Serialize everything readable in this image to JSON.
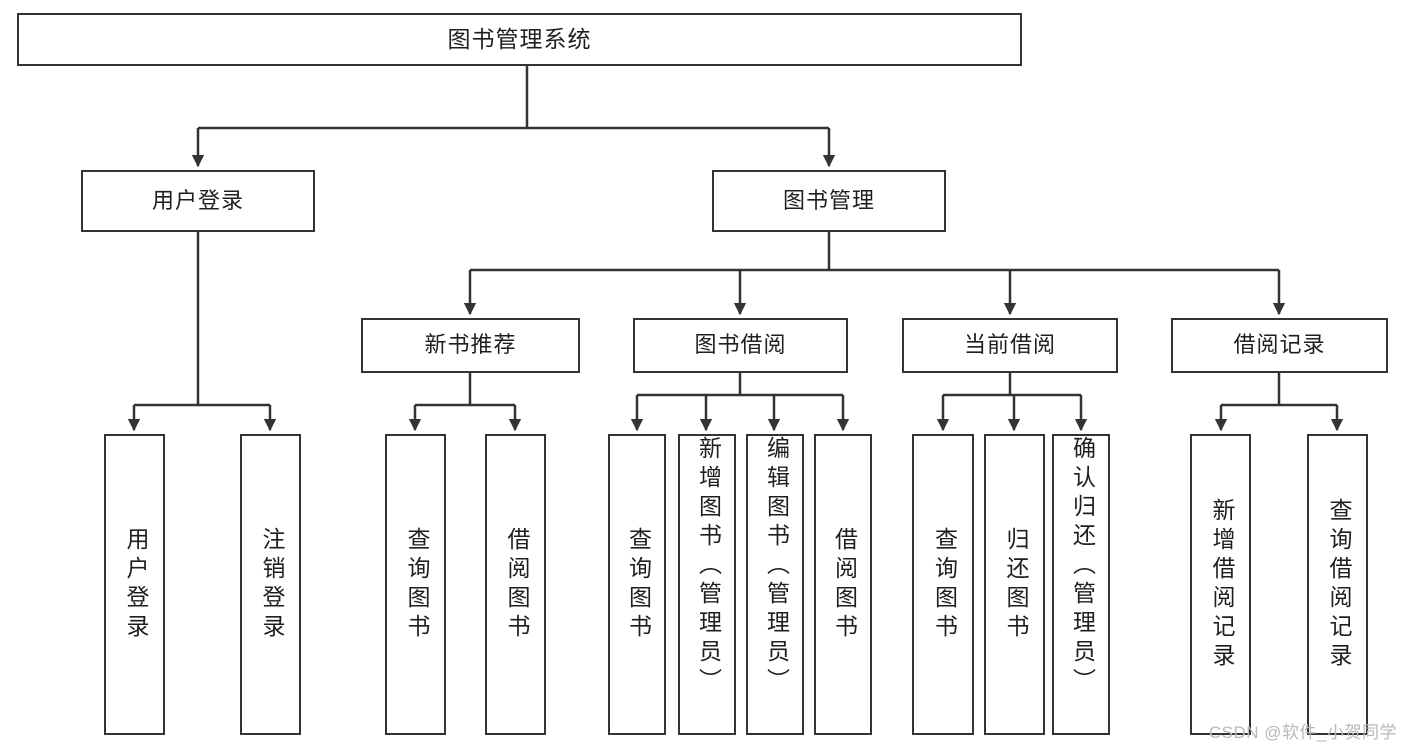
{
  "diagram": {
    "title": "图书管理系统",
    "type": "tree-hierarchy-functional-decomposition",
    "watermark": "CSDN @软件_小贺同学",
    "colors": {
      "background": "#ffffff",
      "box_border": "#333333",
      "box_fill": "#ffffff",
      "connector": "#333333",
      "text": "#1f1f1f",
      "watermark": "#b9b9b9"
    },
    "levels": {
      "root": {
        "label": "图书管理系统"
      },
      "level2": [
        {
          "label": "用户登录"
        },
        {
          "label": "图书管理"
        }
      ],
      "level3": [
        {
          "label": "新书推荐"
        },
        {
          "label": "图书借阅"
        },
        {
          "label": "当前借阅"
        },
        {
          "label": "借阅记录"
        }
      ],
      "leaves": {
        "user_login": [
          {
            "label": "用户登录"
          },
          {
            "label": "注销登录"
          }
        ],
        "new_book_recommend": [
          {
            "label": "查询图书"
          },
          {
            "label": "借阅图书"
          }
        ],
        "book_borrow": [
          {
            "label": "查询图书"
          },
          {
            "label": "新增图书（管理员）"
          },
          {
            "label": "编辑图书（管理员）"
          },
          {
            "label": "借阅图书"
          }
        ],
        "current_borrow": [
          {
            "label": "查询图书"
          },
          {
            "label": "归还图书"
          },
          {
            "label": "确认归还（管理员）"
          }
        ],
        "borrow_record": [
          {
            "label": "新增借阅记录"
          },
          {
            "label": "查询借阅记录"
          }
        ]
      }
    }
  }
}
